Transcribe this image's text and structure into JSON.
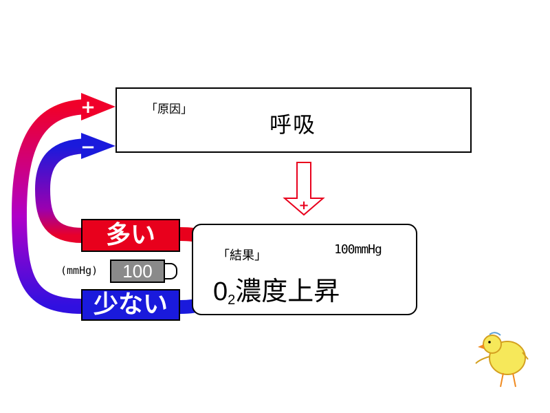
{
  "cause": {
    "tag": "「原因」",
    "title": "呼吸"
  },
  "result": {
    "tag": "「結果」",
    "value": "100mmHg",
    "title_prefix": "0",
    "title_sub": "2",
    "title_suffix": "濃度上昇"
  },
  "labels": {
    "high": "多い",
    "low": "少ない"
  },
  "meter": {
    "unit": "(mmHg)",
    "value": "100"
  },
  "feedback": {
    "plus_sign": "+",
    "minus_sign": "−",
    "down_arrow_sign": "+"
  },
  "colors": {
    "high": "#e8001c",
    "low": "#1a1adc",
    "arrow_outline": "#e8001c",
    "meter": "#8a8a8a"
  },
  "icons": [
    "down-arrow-icon",
    "feedback-arrow-plus-icon",
    "feedback-arrow-minus-icon",
    "battery-meter-icon",
    "chick-doodle-icon"
  ]
}
